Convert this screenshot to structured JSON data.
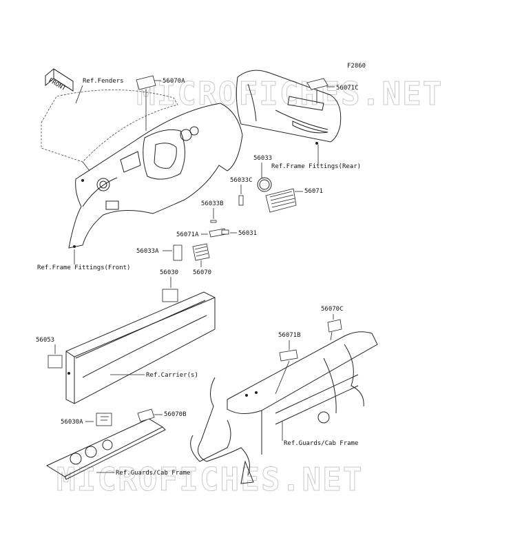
{
  "figure_code": "F2860",
  "watermark": "MICROFICHES.NET",
  "arrow_label": "FRONT",
  "labels": {
    "ref_fenders": "Ref.Fenders",
    "p56070A": "56070A",
    "p56071C": "56071C",
    "p56033": "56033",
    "ref_frame_rear": "Ref.Frame Fittings(Rear)",
    "p56033C": "56033C",
    "p56071": "56071",
    "p56033B": "56033B",
    "p56071A": "56071A",
    "p56031": "56031",
    "p56033A": "56033A",
    "p56070": "56070",
    "ref_frame_front": "Ref.Frame Fittings(Front)",
    "p56030": "56030",
    "p56053": "56053",
    "p56070C": "56070C",
    "p56071B": "56071B",
    "ref_carrier": "Ref.Carrier(s)",
    "p56030A": "56030A",
    "p56070B": "56070B",
    "ref_guards_1": "Ref.Guards/Cab Frame",
    "ref_guards_2": "Ref.Guards/Cab Frame"
  }
}
